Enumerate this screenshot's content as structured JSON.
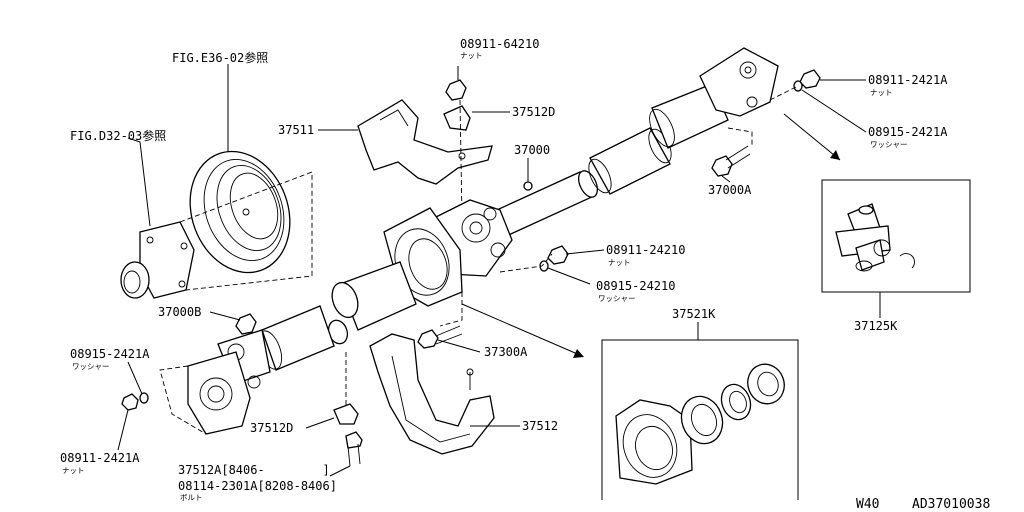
{
  "labels": {
    "fig_e36": "FIG.E36-02参照",
    "fig_d32": "FIG.D32-03参照",
    "p08911_64210": "08911-64210",
    "p08911_64210_sub": "ナット",
    "p37512D_top": "37512D",
    "p37511": "37511",
    "p37000": "37000",
    "p08911_2421A_top": "08911-2421A",
    "p08911_2421A_top_sub": "ナット",
    "p08915_2421A_top": "08915-2421A",
    "p08915_2421A_top_sub": "ワッシャー",
    "p37000A": "37000A",
    "p08911_24210": "08911-24210",
    "p08911_24210_sub": "ナット",
    "p08915_24210": "08915-24210",
    "p08915_24210_sub": "ワッシャー",
    "p37000B": "37000B",
    "p08915_2421A_left": "08915-2421A",
    "p08915_2421A_left_sub": "ワッシャー",
    "p37300A": "37300A",
    "p37521K": "37521K",
    "p37125K": "37125K",
    "p37512D_bottom": "37512D",
    "p37512": "37512",
    "p08911_2421A_bottom": "08911-2421A",
    "p08911_2421A_bottom_sub": "ナット",
    "p37512A": "37512A[8406-        ]",
    "p08114": "08114-2301A[8208-8406]",
    "p08114_sub": "ボルト"
  },
  "footer": {
    "model": "W40",
    "code": "AD37010038"
  }
}
